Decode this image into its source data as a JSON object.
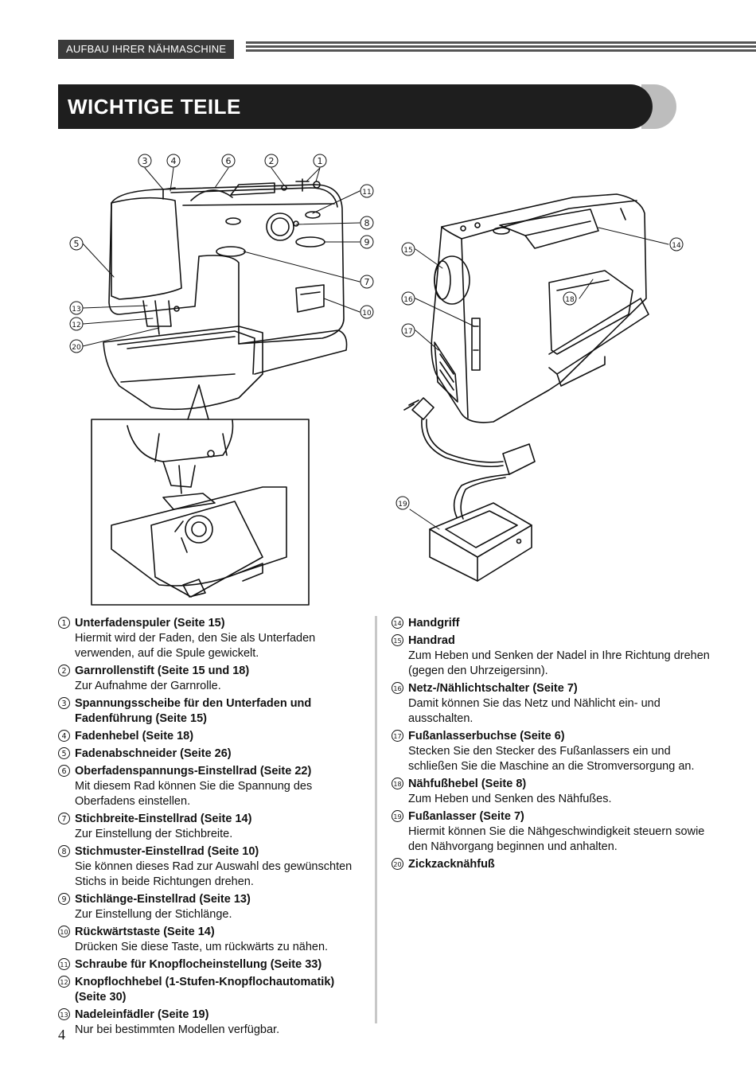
{
  "header": {
    "section_label": "AUFBAU IHRER NÄHMASCHINE"
  },
  "title": "WICHTIGE TEILE",
  "callouts": {
    "c1": "1",
    "c2": "2",
    "c3": "3",
    "c4": "4",
    "c5": "5",
    "c6": "6",
    "c7": "7",
    "c8": "8",
    "c9": "9",
    "c10": "10",
    "c11": "11",
    "c12": "12",
    "c13": "13",
    "c14": "14",
    "c15": "15",
    "c16": "16",
    "c17": "17",
    "c18": "18",
    "c19": "19",
    "c20": "20"
  },
  "parts_left": [
    {
      "num": "1",
      "head": "Unterfadenspuler (Seite 15)",
      "desc": "Hiermit wird der Faden, den Sie als Unterfaden verwenden, auf die Spule gewickelt."
    },
    {
      "num": "2",
      "head": "Garnrollenstift (Seite 15 und 18)",
      "desc": "Zur Aufnahme der Garnrolle."
    },
    {
      "num": "3",
      "head": "Spannungsscheibe für den Unterfaden und Fadenführung (Seite 15)",
      "desc": ""
    },
    {
      "num": "4",
      "head": "Fadenhebel (Seite 18)",
      "desc": ""
    },
    {
      "num": "5",
      "head": "Fadenabschneider (Seite 26)",
      "desc": ""
    },
    {
      "num": "6",
      "head": "Oberfadenspannungs-Einstellrad (Seite 22)",
      "desc": "Mit diesem Rad können Sie die Spannung des Oberfadens einstellen."
    },
    {
      "num": "7",
      "head": "Stichbreite-Einstellrad (Seite 14)",
      "desc": "Zur Einstellung der Stichbreite."
    },
    {
      "num": "8",
      "head": "Stichmuster-Einstellrad (Seite 10)",
      "desc": "Sie können dieses Rad zur Auswahl des gewünschten Stichs in beide Richtungen drehen."
    },
    {
      "num": "9",
      "head": "Stichlänge-Einstellrad (Seite 13)",
      "desc": "Zur Einstellung der Stichlänge."
    },
    {
      "num": "10",
      "head": "Rückwärtstaste (Seite 14)",
      "desc": "Drücken Sie diese Taste, um rückwärts zu nähen."
    },
    {
      "num": "11",
      "head": "Schraube für Knopflocheinstellung (Seite 33)",
      "desc": ""
    },
    {
      "num": "12",
      "head": "Knopflochhebel (1-Stufen-Knopflochautomatik) (Seite 30)",
      "desc": ""
    },
    {
      "num": "13",
      "head": "Nadeleinfädler (Seite 19)",
      "desc": "Nur bei bestimmten Modellen verfügbar."
    }
  ],
  "parts_right": [
    {
      "num": "14",
      "head": "Handgriff",
      "desc": ""
    },
    {
      "num": "15",
      "head": "Handrad",
      "desc": "Zum Heben und Senken der Nadel in Ihre Richtung drehen (gegen den Uhrzeigersinn)."
    },
    {
      "num": "16",
      "head": "Netz-/Nählichtschalter (Seite 7)",
      "desc": "Damit können Sie das Netz und Nählicht ein- und ausschalten."
    },
    {
      "num": "17",
      "head": "Fußanlasserbuchse (Seite 6)",
      "desc": "Stecken Sie den Stecker des Fußanlassers ein und schließen Sie die Maschine an die Stromversorgung an."
    },
    {
      "num": "18",
      "head": "Nähfußhebel (Seite 8)",
      "desc": "Zum Heben und Senken des Nähfußes."
    },
    {
      "num": "19",
      "head": "Fußanlasser (Seite 7)",
      "desc": "Hiermit können Sie die Nähgeschwindigkeit steuern sowie den Nähvorgang beginnen und anhalten."
    },
    {
      "num": "20",
      "head": "Zickzacknähfuß",
      "desc": ""
    }
  ],
  "page_number": "4"
}
